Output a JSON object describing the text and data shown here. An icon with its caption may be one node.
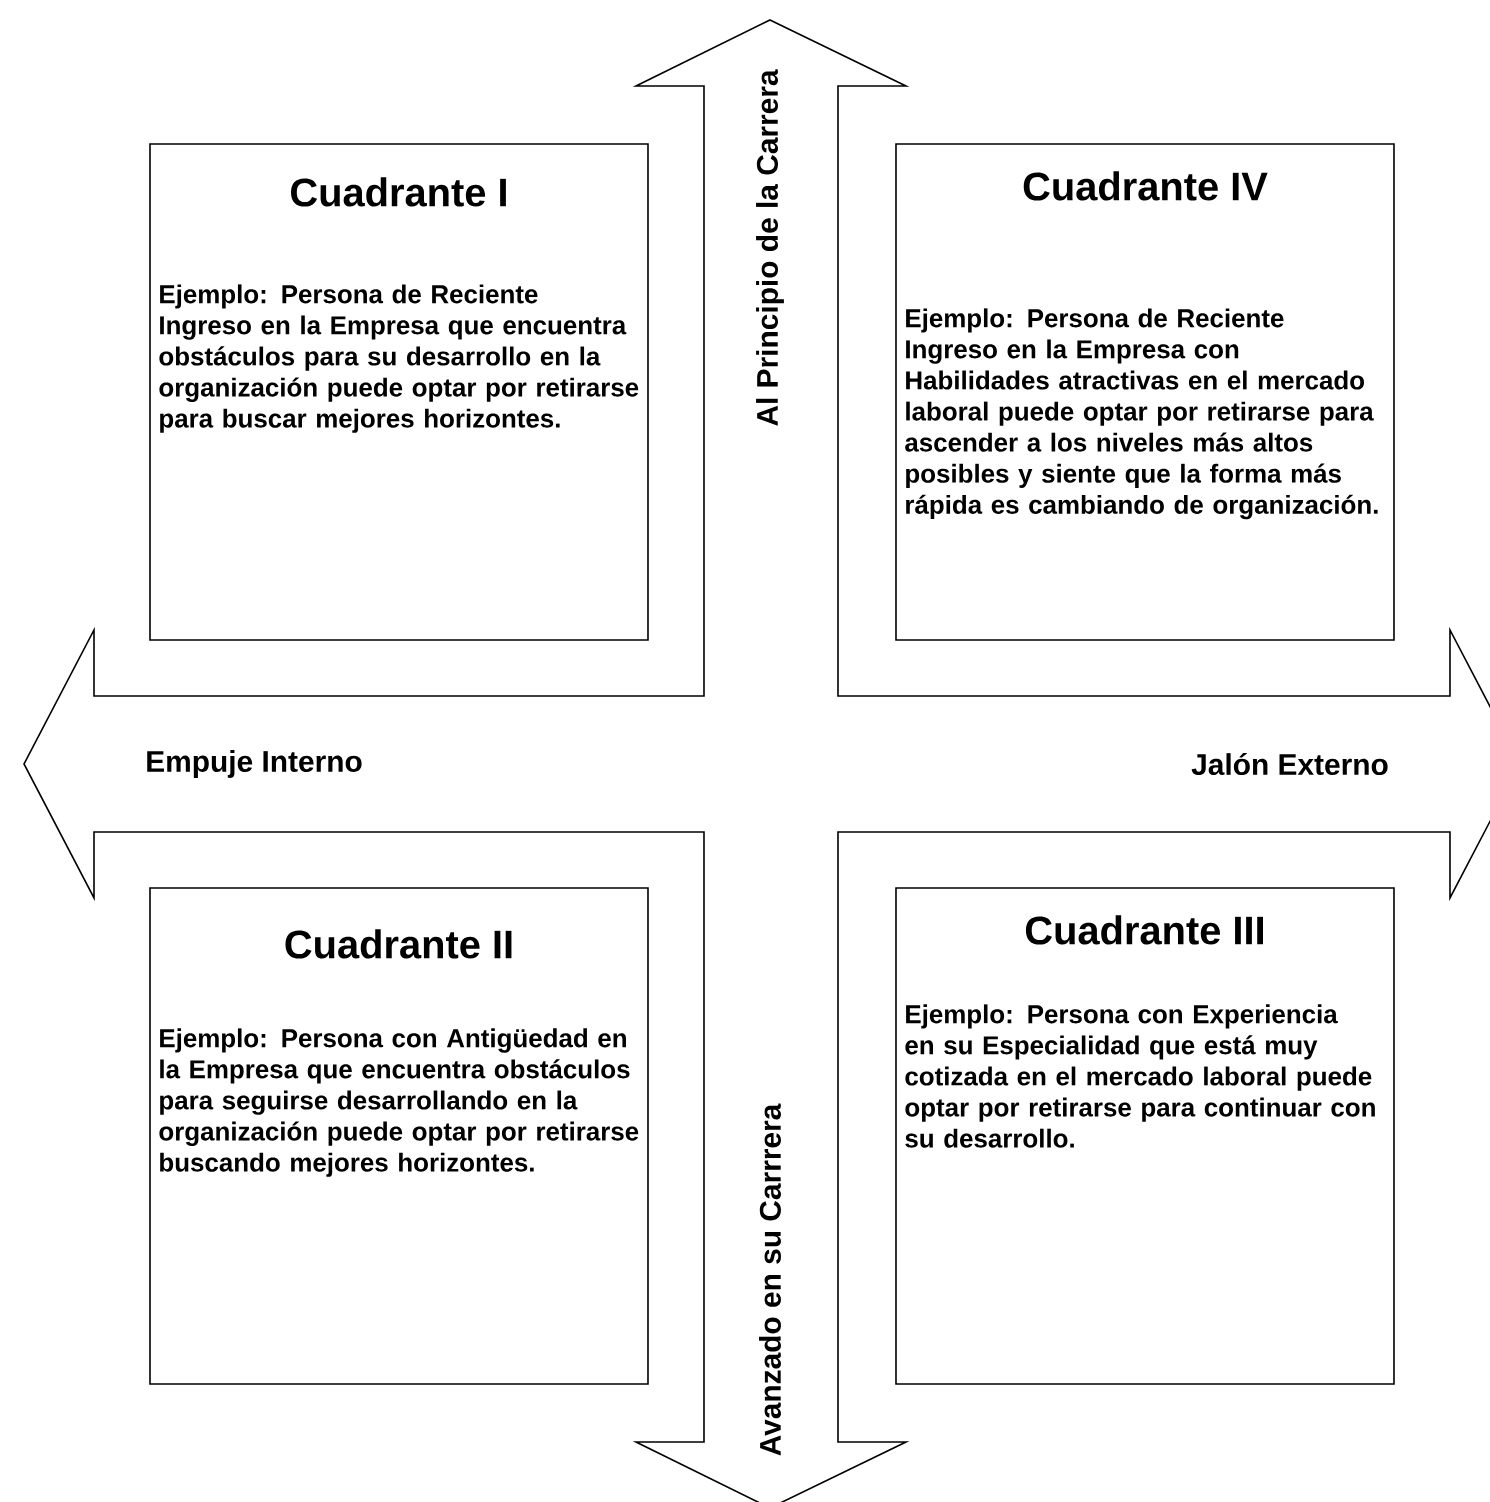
{
  "diagram": {
    "nodes": [
      {
        "text": [
          "Cuadrante I",
          "Ejemplo: Persona de Reciente Ingreso en la Empresa que encuentra obstáculos para su desarrollo en la organización puede optar por retirarse para buscar mejores horizontes."
        ]
      },
      {
        "text": [
          "Cuadrante IV",
          "Ejemplo: Persona de Reciente Ingreso en la Empresa con Habilidades atractivas en el mercado laboral puede optar por retirarse para ascender a los niveles más altos posibles y siente que la forma más rápida es cambiando de organización."
        ]
      },
      {
        "text": [
          "Cuadrante II",
          "Ejemplo: Persona con Antigüedad en la Empresa que encuentra obstáculos para seguirse desarrollando en la organización puede optar por retirarse buscando mejores horizontes."
        ]
      },
      {
        "text": [
          "Cuadrante III",
          "Ejemplo: Persona con Experiencia en su Especialidad que está muy cotizada en el mercado laboral puede optar por retirarse para continuar con su desarrollo."
        ]
      }
    ],
    "labels": [
      "Al Principio de la Carrera",
      "Empuje Interno",
      "Jalón Externo",
      "Avanzado en su Carrrera"
    ]
  }
}
